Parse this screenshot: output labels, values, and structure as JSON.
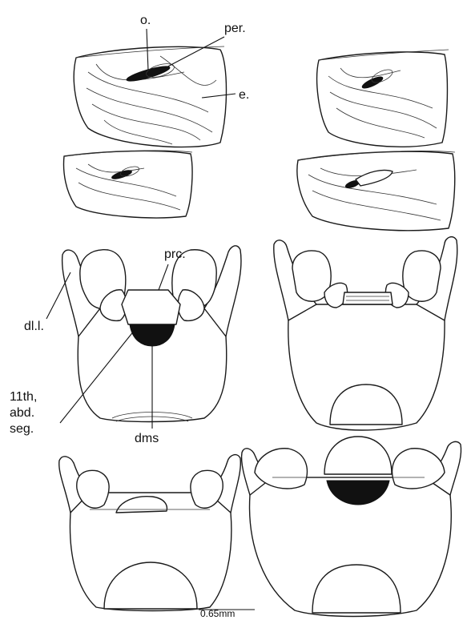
{
  "labels": {
    "operculum": "o.",
    "peritreme": "per.",
    "e": "e.",
    "procuticle": "prc.",
    "dorsal_lobe": "dl.l.",
    "segment": "11th, abd. seg.",
    "segment_line1": "11th,",
    "segment_line2": "abd.",
    "segment_line3": "seg.",
    "dms": "dms",
    "scale_bar": "0.65mm"
  },
  "colors": {
    "ink": "#111111",
    "paper": "#ffffff"
  }
}
